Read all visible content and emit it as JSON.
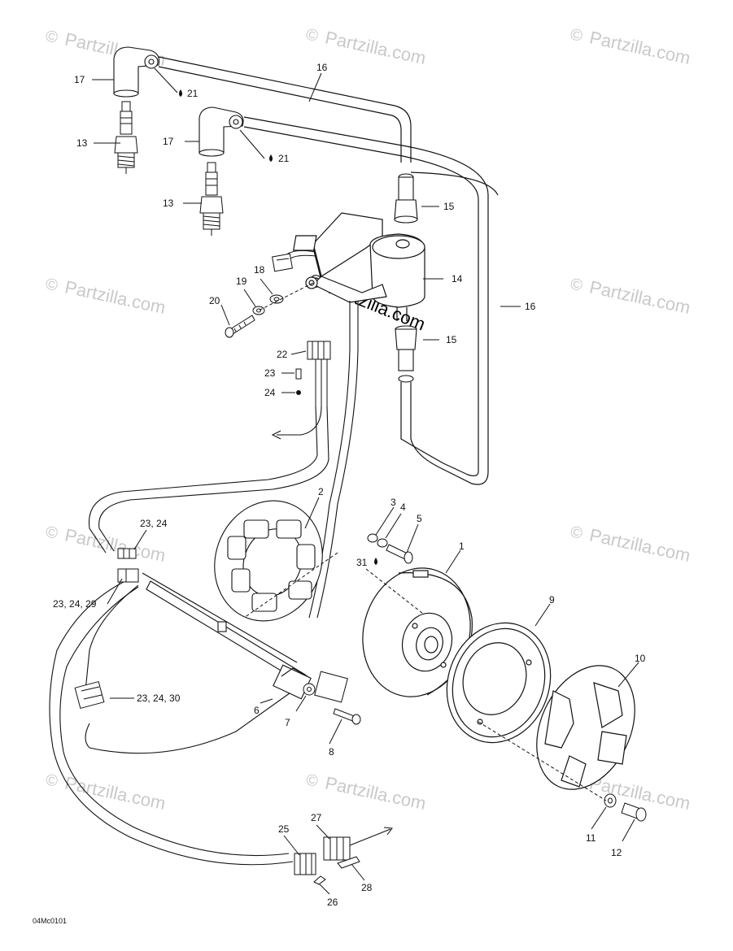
{
  "watermark": {
    "copyright_symbol": "©",
    "text": "Partzilla.com",
    "color": "#c9c9c9"
  },
  "drawing_code": "04Mc0101",
  "callouts": {
    "c1": "1",
    "c2": "2",
    "c3": "3",
    "c4": "4",
    "c5": "5",
    "c6": "6",
    "c7": "7",
    "c8": "8",
    "c9": "9",
    "c10": "10",
    "c11": "11",
    "c12": "12",
    "c13a": "13",
    "c13b": "13",
    "c14": "14",
    "c15a": "15",
    "c15b": "15",
    "c16a": "16",
    "c16b": "16",
    "c17a": "17",
    "c17b": "17",
    "c18": "18",
    "c19": "19",
    "c20": "20",
    "c21a": "21",
    "c21b": "21",
    "c22": "22",
    "c23": "23",
    "c24": "24",
    "c23_24": "23, 24",
    "c23_24_29": "23, 24, 29",
    "c23_24_30": "23, 24, 30",
    "c25": "25",
    "c26": "26",
    "c27": "27",
    "c28": "28",
    "c31": "31"
  },
  "icons": {
    "lubricant": "drop-icon"
  }
}
